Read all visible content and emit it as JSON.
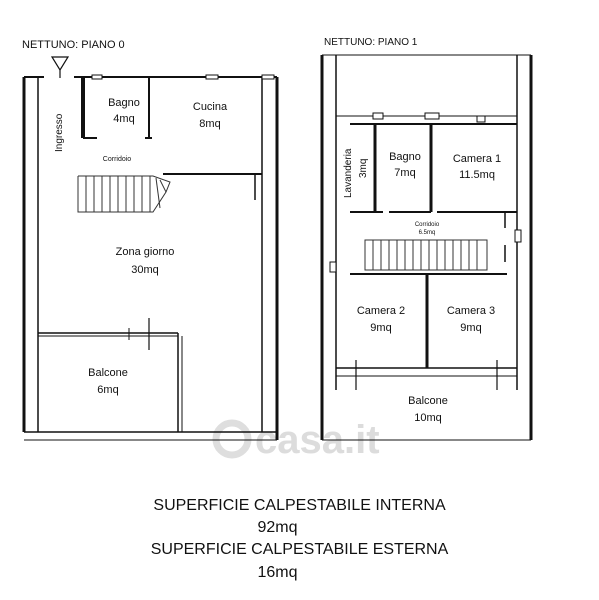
{
  "floor0": {
    "title": "NETTUNO: PIANO 0",
    "rooms": {
      "bagno": {
        "name": "Bagno",
        "area": "4mq"
      },
      "cucina": {
        "name": "Cucina",
        "area": "8mq"
      },
      "corridoio": {
        "name": "Corridoio"
      },
      "zona": {
        "name": "Zona giorno",
        "area": "30mq"
      },
      "balcone": {
        "name": "Balcone",
        "area": "6mq"
      }
    },
    "ingresso": "Ingresso"
  },
  "floor1": {
    "title": "NETTUNO: PIANO 1",
    "rooms": {
      "lavanderia": {
        "name": "Lavanderia",
        "area": "3mq"
      },
      "bagno": {
        "name": "Bagno",
        "area": "7mq"
      },
      "camera1": {
        "name": "Camera 1",
        "area": "11.5mq"
      },
      "corridoio": {
        "name": "Corridoio",
        "area": "6.5mq"
      },
      "camera2": {
        "name": "Camera 2",
        "area": "9mq"
      },
      "camera3": {
        "name": "Camera 3",
        "area": "9mq"
      },
      "balcone": {
        "name": "Balcone",
        "area": "10mq"
      }
    }
  },
  "watermark": "casa.it",
  "summary": {
    "interna_label": "SUPERFICIE CALPESTABILE INTERNA",
    "interna_value": "92mq",
    "esterna_label": "SUPERFICIE CALPESTABILE ESTERNA",
    "esterna_value": "16mq"
  }
}
